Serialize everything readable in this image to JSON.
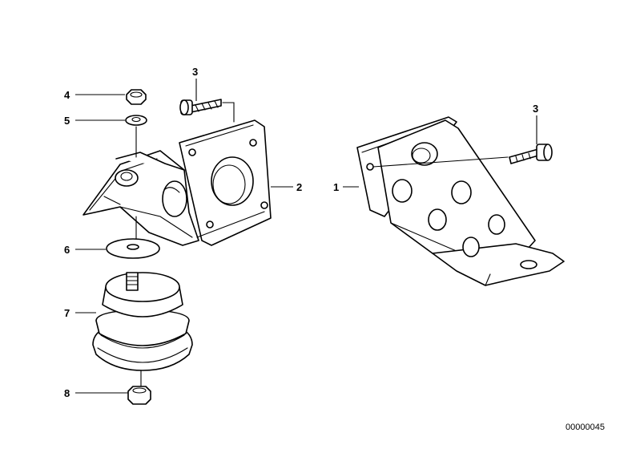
{
  "diagram_code": "00000045",
  "callouts": [
    {
      "id": "c1",
      "label": "1"
    },
    {
      "id": "c2",
      "label": "2"
    },
    {
      "id": "c3a",
      "label": "3"
    },
    {
      "id": "c3b",
      "label": "3"
    },
    {
      "id": "c4",
      "label": "4"
    },
    {
      "id": "c5",
      "label": "5"
    },
    {
      "id": "c6",
      "label": "6"
    },
    {
      "id": "c7",
      "label": "7"
    },
    {
      "id": "c8",
      "label": "8"
    }
  ]
}
